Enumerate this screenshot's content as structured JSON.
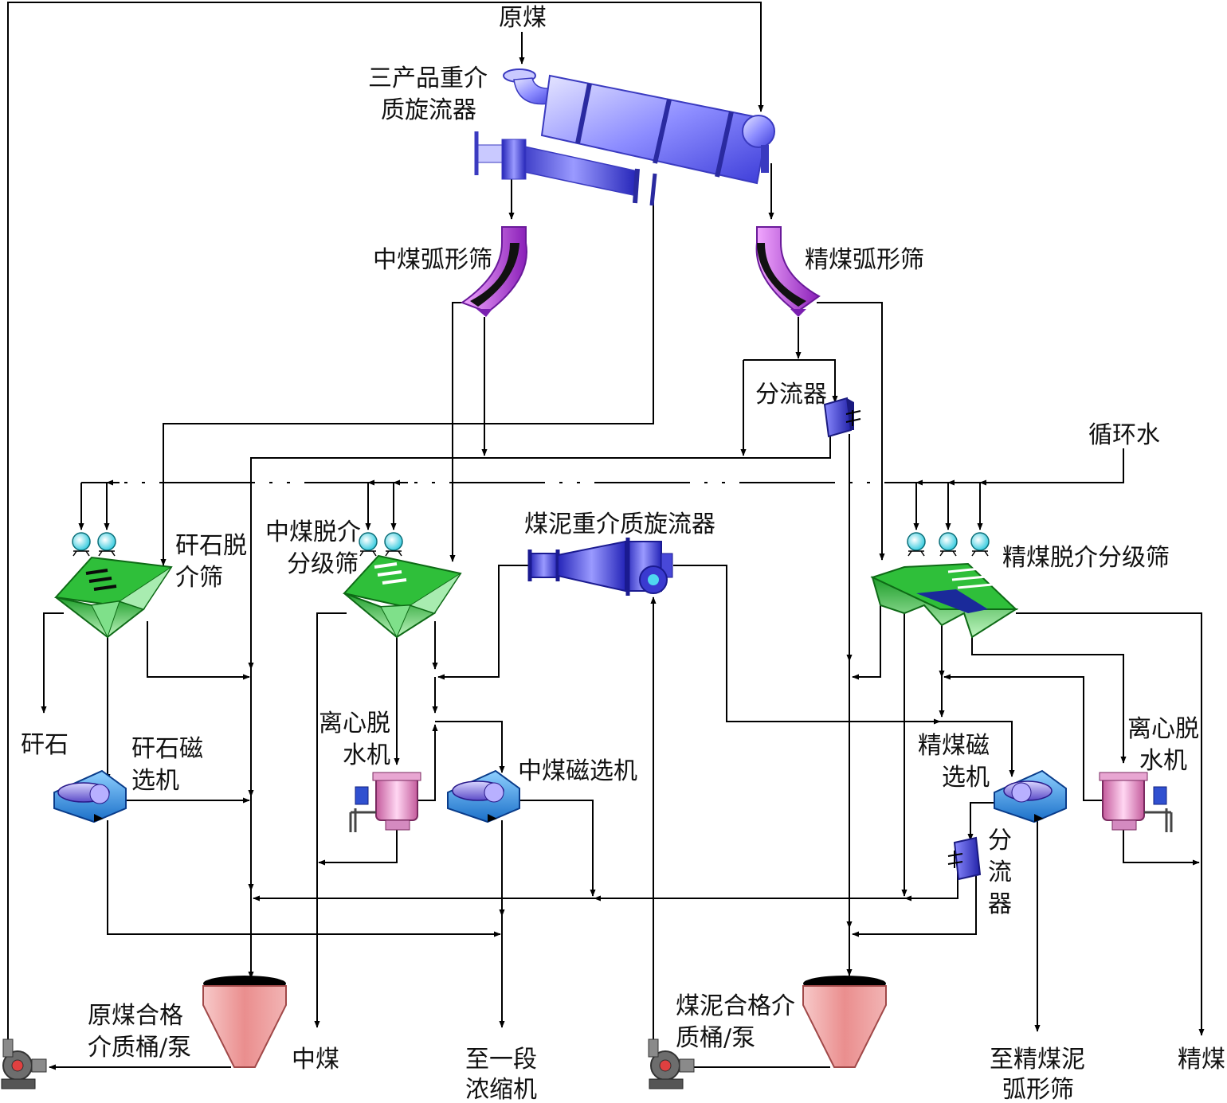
{
  "labels": {
    "raw_coal": "原煤",
    "cyclone_line1": "三产品重介",
    "cyclone_line2": "质旋流器",
    "middling_sieve_bend": "中煤弧形筛",
    "clean_sieve_bend": "精煤弧形筛",
    "splitter_top": "分流器",
    "circulating_water": "循环水",
    "gangue_screen_line1": "矸石脱",
    "gangue_screen_line2": "介筛",
    "middling_screen_line1": "中煤脱介",
    "middling_screen_line2": "分级筛",
    "slime_cyclone": "煤泥重介质旋流器",
    "clean_screen": "精煤脱介分级筛",
    "gangue": "矸石",
    "gangue_mag_line1": "矸石磁",
    "gangue_mag_line2": "选机",
    "centrifuge_left_line1": "离心脱",
    "centrifuge_left_line2": "水机",
    "middling_mag": "中煤磁选机",
    "clean_mag_line1": "精煤磁",
    "clean_mag_line2": "选机",
    "centrifuge_right_line1": "离心脱",
    "centrifuge_right_line2": "水机",
    "splitter_bottom_1": "分",
    "splitter_bottom_2": "流",
    "splitter_bottom_3": "器",
    "raw_medium_line1": "原煤合格",
    "raw_medium_line2": "介质桶/泵",
    "middling_product": "中煤",
    "thickener_line1": "至一段",
    "thickener_line2": "浓缩机",
    "slime_medium_line1": "煤泥合格介",
    "slime_medium_line2": "质桶/泵",
    "slime_sieve_line1": "至精煤泥",
    "slime_sieve_line2": "弧形筛",
    "clean_product": "精煤"
  },
  "colors": {
    "cyclone_blue": "#5a5cf0",
    "sieve_bend_purple": "#a23ad6",
    "screen_green": "#2fbf3a",
    "magnetic_blue": "#2d8ce0",
    "centrifuge_pink": "#e07ab8",
    "tank_pink": "#e88a8a",
    "pump_gray": "#6d6d6d",
    "spray_cyan": "#6ee0f0",
    "splitter_blue": "#3a3ac8"
  }
}
